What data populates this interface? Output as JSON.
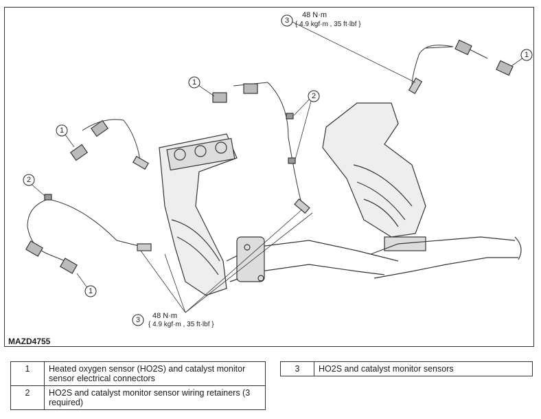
{
  "diagram": {
    "code": "MAZD4755",
    "callouts": [
      "1",
      "2",
      "3"
    ],
    "torque_top": {
      "line1": "48 N·m",
      "line2": "{ 4.9 kgf·m , 35 ft·lbf }"
    },
    "torque_bottom": {
      "line1": "48 N·m",
      "line2": "{ 4.9 kgf·m , 35 ft·lbf }"
    }
  },
  "legend_left": [
    {
      "num": "1",
      "text": "Heated oxygen sensor (HO2S) and catalyst monitor sensor electrical connectors"
    },
    {
      "num": "2",
      "text": "HO2S and catalyst monitor sensor wiring retainers (3 required)"
    }
  ],
  "legend_right": [
    {
      "num": "3",
      "text": "HO2S and catalyst monitor sensors"
    }
  ]
}
